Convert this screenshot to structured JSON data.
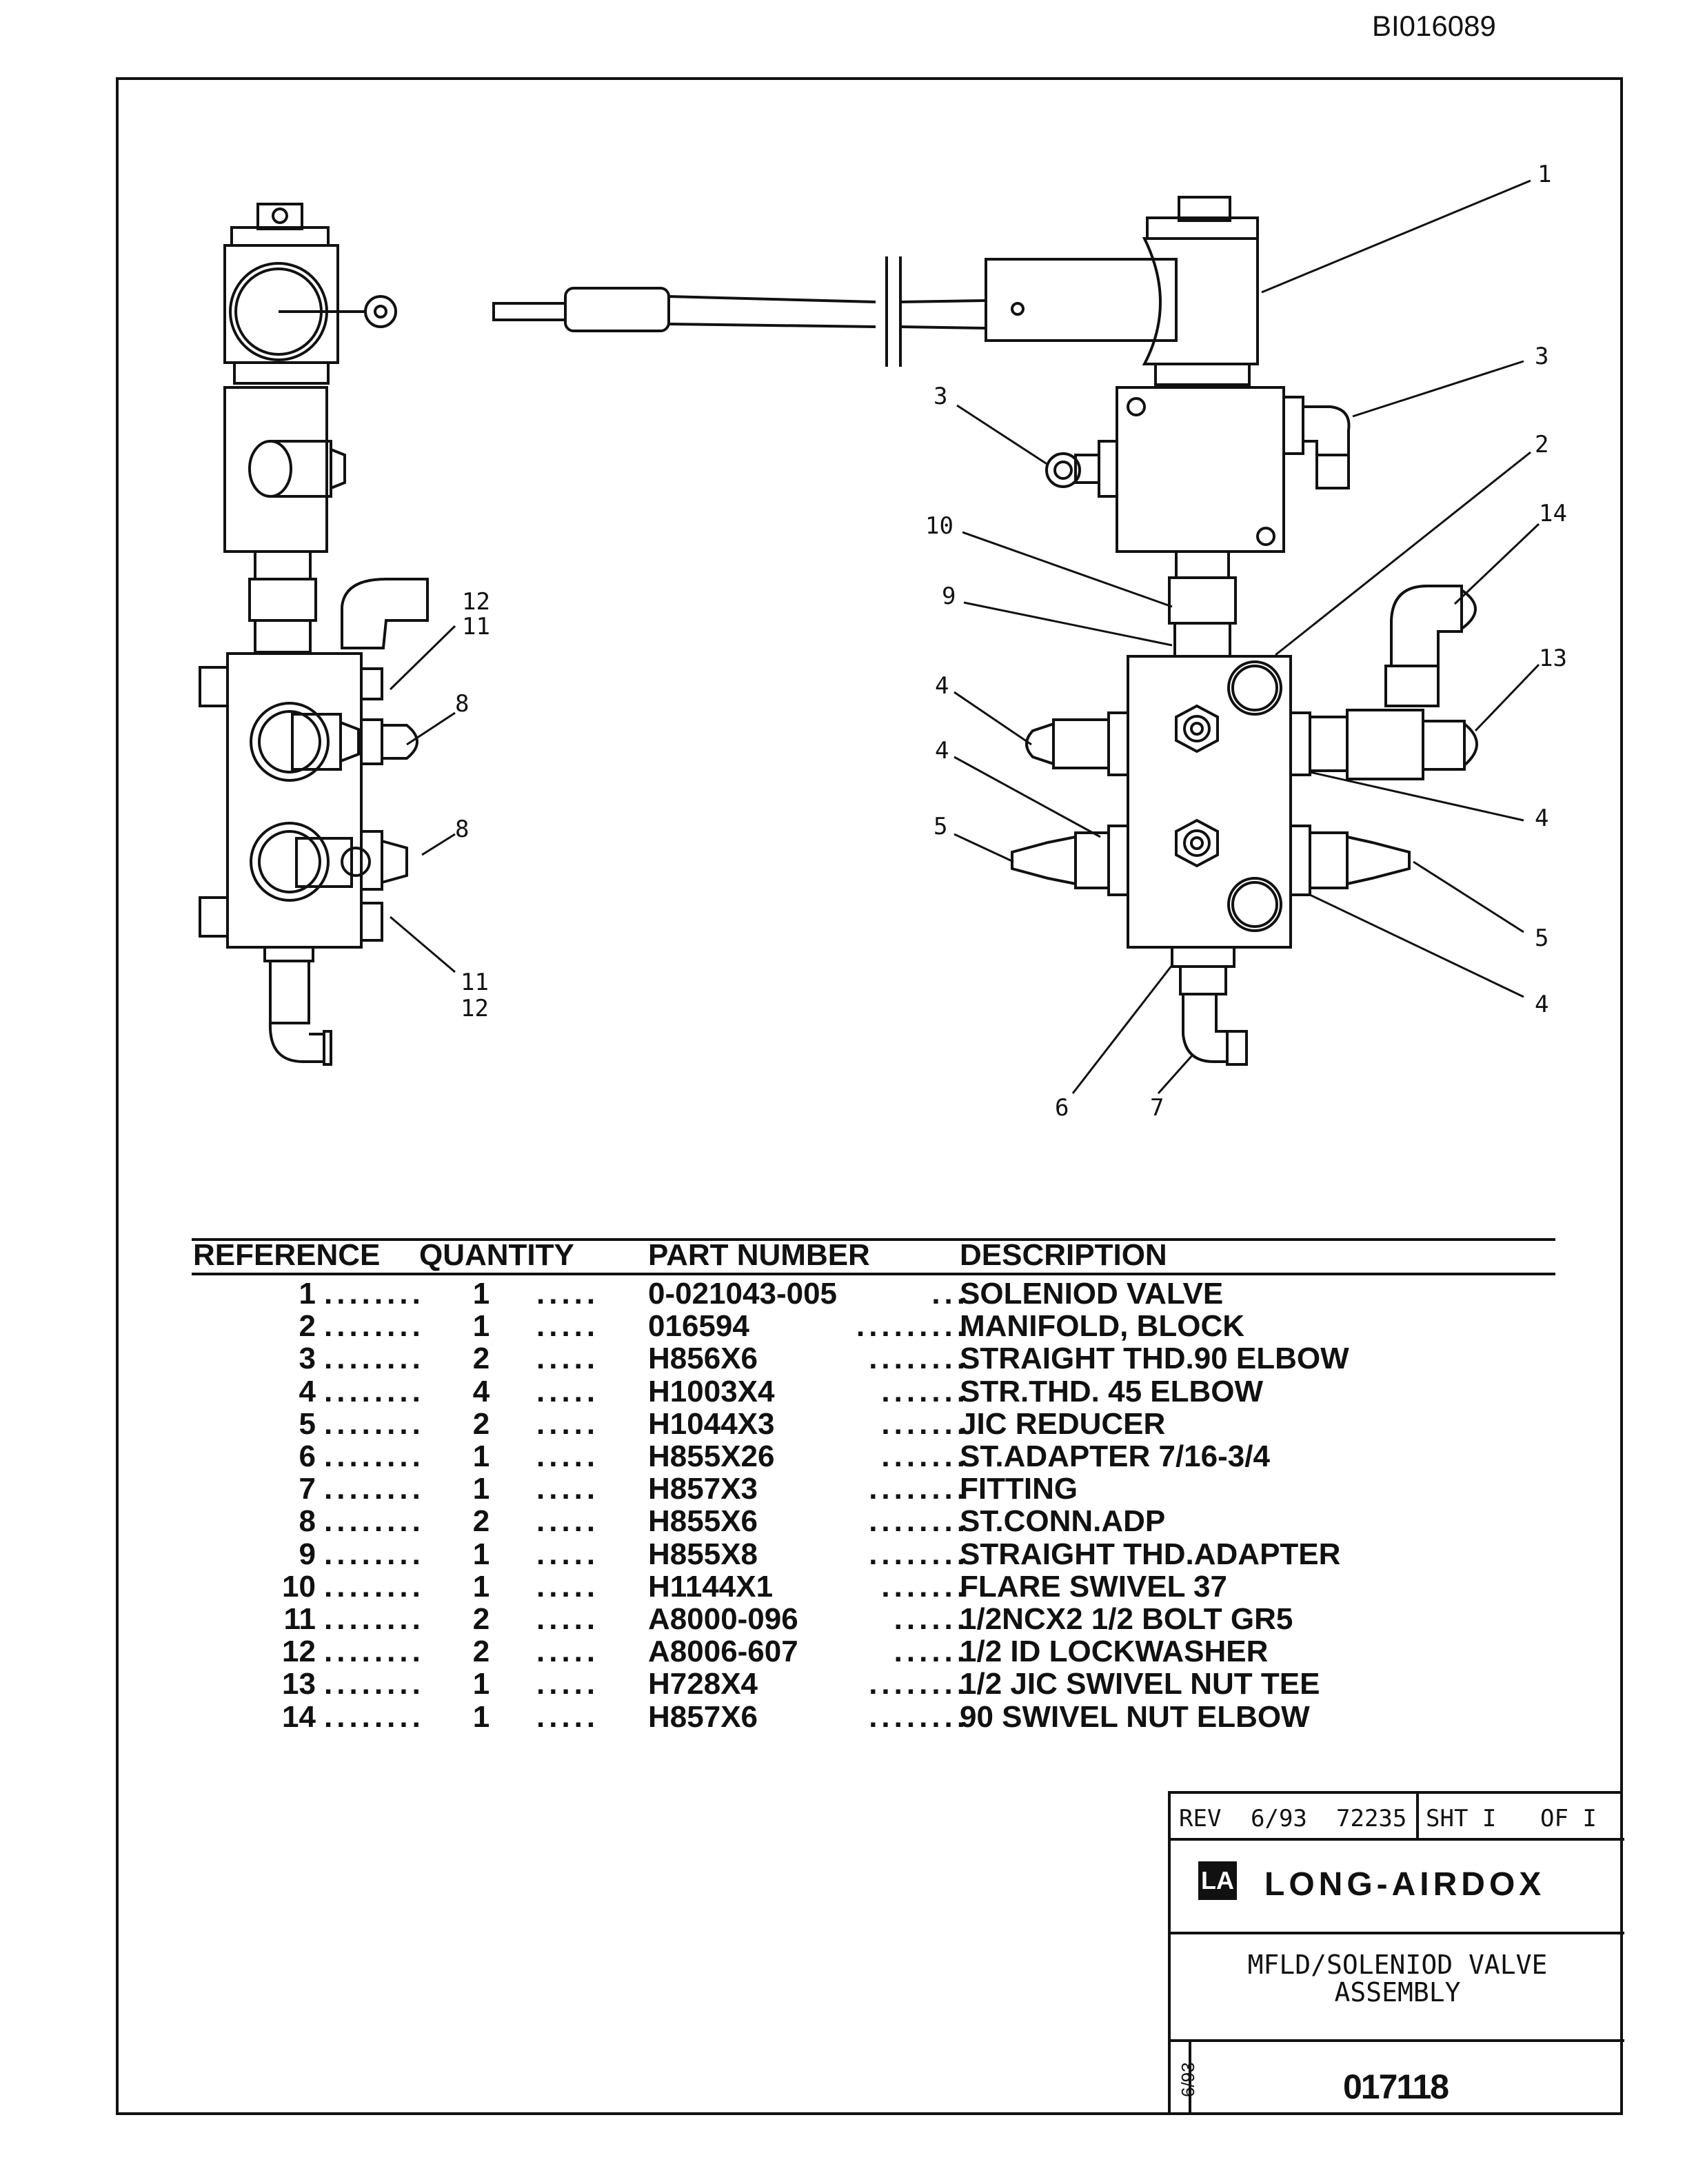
{
  "document_id": "BI016089",
  "callouts": [
    "1",
    "2",
    "3",
    "3",
    "4",
    "4",
    "4",
    "4",
    "5",
    "5",
    "6",
    "7",
    "8",
    "8",
    "9",
    "10",
    "12",
    "11",
    "11",
    "12",
    "13",
    "14"
  ],
  "table": {
    "headers": {
      "reference": "REFERENCE",
      "quantity": "QUANTITY",
      "part_number": "PART NUMBER",
      "description": "DESCRIPTION"
    },
    "rows": [
      {
        "ref": "1",
        "qty": "1",
        "pn": "0-021043-005",
        "desc": "SOLENIOD VALVE"
      },
      {
        "ref": "2",
        "qty": "1",
        "pn": "016594",
        "desc": "MANIFOLD, BLOCK"
      },
      {
        "ref": "3",
        "qty": "2",
        "pn": "H856X6",
        "desc": "STRAIGHT THD.90 ELBOW"
      },
      {
        "ref": "4",
        "qty": "4",
        "pn": "H1003X4",
        "desc": "STR.THD. 45 ELBOW"
      },
      {
        "ref": "5",
        "qty": "2",
        "pn": "H1044X3",
        "desc": "JIC REDUCER"
      },
      {
        "ref": "6",
        "qty": "1",
        "pn": "H855X26",
        "desc": "ST.ADAPTER 7/16-3/4"
      },
      {
        "ref": "7",
        "qty": "1",
        "pn": "H857X3",
        "desc": "FITTING"
      },
      {
        "ref": "8",
        "qty": "2",
        "pn": "H855X6",
        "desc": "ST.CONN.ADP"
      },
      {
        "ref": "9",
        "qty": "1",
        "pn": "H855X8",
        "desc": "STRAIGHT THD.ADAPTER"
      },
      {
        "ref": "10",
        "qty": "1",
        "pn": "H1144X1",
        "desc": "FLARE SWIVEL 37"
      },
      {
        "ref": "11",
        "qty": "2",
        "pn": "A8000-096",
        "desc": "1/2NCX2 1/2 BOLT GR5"
      },
      {
        "ref": "12",
        "qty": "2",
        "pn": "A8006-607",
        "desc": "1/2 ID LOCKWASHER"
      },
      {
        "ref": "13",
        "qty": "1",
        "pn": "H728X4",
        "desc": "1/2 JIC SWIVEL NUT TEE"
      },
      {
        "ref": "14",
        "qty": "1",
        "pn": "H857X6",
        "desc": "90 SWIVEL NUT ELBOW"
      }
    ]
  },
  "title_block": {
    "rev": "REV",
    "rev_date": "6/93",
    "rev_number": "72235",
    "sheet": "SHT I",
    "of": "OF I",
    "logo_mark": "LA",
    "company": "LONG-AIRDOX",
    "title_line1": "MFLD/SOLENIOD VALVE",
    "title_line2": "ASSEMBLY",
    "date_vertical": "6/93",
    "drawing_number": "017118"
  }
}
